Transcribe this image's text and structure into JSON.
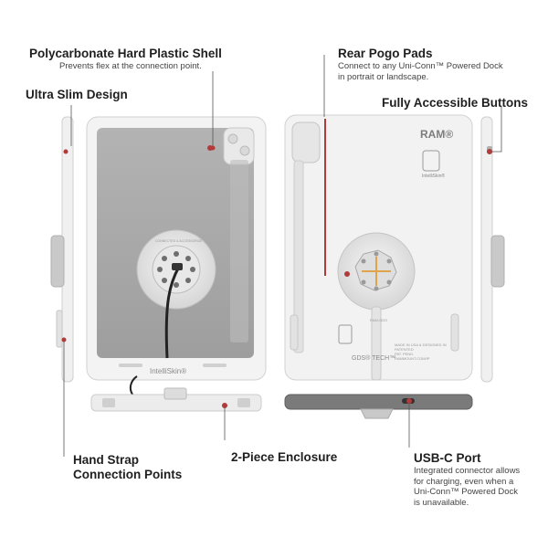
{
  "callouts": {
    "shell": {
      "title": "Polycarbonate Hard Plastic Shell",
      "desc": "Prevents flex at the connection point."
    },
    "slim": {
      "title": "Ultra Slim Design"
    },
    "pogo": {
      "title": "Rear Pogo Pads",
      "desc_1": "Connect to any Uni-Conn™ Powered Dock",
      "desc_2": "in portrait or landscape."
    },
    "buttons": {
      "title": "Fully Accessible Buttons"
    },
    "strap": {
      "title_1": "Hand Strap",
      "title_2": "Connection Points"
    },
    "enclosure": {
      "title": "2-Piece Enclosure"
    },
    "usbc": {
      "title": "USB-C Port",
      "desc_1": "Integrated connector allows",
      "desc_2": "for charging, even when a",
      "desc_3": "Uni-Conn™ Powered Dock",
      "desc_4": "is unavailable."
    }
  },
  "product_labels": {
    "brand": "RAM®",
    "badge": "IntelliSkin®",
    "front_brand": "IntelliSkin®",
    "gds": "GDS® TECH™",
    "made_1": "MADE IN USA & DESIGNED IN",
    "made_2": "PATENTED",
    "made_3": "PAT. PEND.",
    "made_4": "RAMMOUNT.COM/IP",
    "model": "RAM-GDS",
    "ring_text": "CONNECTED & ACCESSORIZE"
  },
  "colors": {
    "accent": "#b13a3a",
    "shell": "#f1f1f1",
    "inner": "#a9a9a9",
    "outline": "#cfcfcf"
  }
}
